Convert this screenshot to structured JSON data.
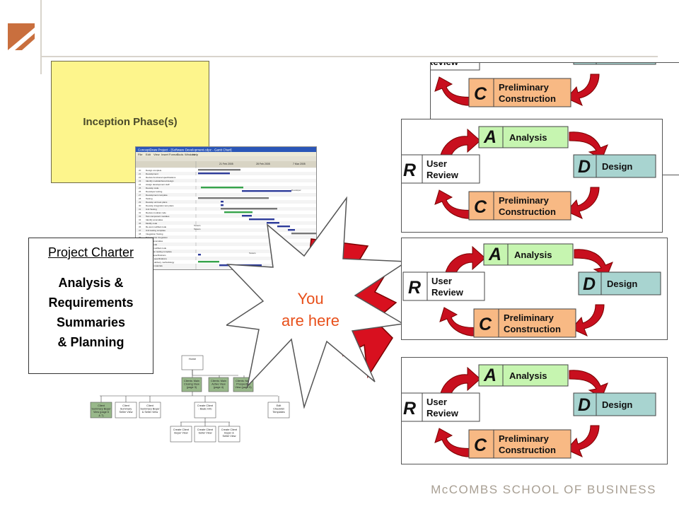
{
  "slide": {
    "inception_label": "Inception Phase(s)",
    "charter": {
      "title": "Project Charter",
      "lines": [
        "Analysis &",
        "Requirements",
        "Summaries",
        "& Planning"
      ]
    },
    "callout": {
      "line1": "You",
      "line2": "are here"
    },
    "footer": "McCOMBS SCHOOL OF BUSINESS"
  },
  "cycle": {
    "analysis_letter": "A",
    "analysis_label": "Analysis",
    "design_letter": "D",
    "design_label": "Design",
    "review_letter": "R",
    "review_label_1": "User",
    "review_label_2": "Review",
    "construction_letter": "C",
    "construction_label_1": "Preliminary",
    "construction_label_2": "Construction"
  },
  "hierarchy": {
    "root": "Home",
    "level2": [
      "Clients: Main Closing View (page 3)",
      "Clients: Main Active View (page 4)",
      "Clients: Main Prospective View (page 5)"
    ],
    "level3": [
      "Client Summary Buyer View (page 6 & 7)",
      "Client Summary Seller View",
      "Client Summary Buyer & Seller View",
      "Create Client - Basic Info",
      "Edit Checklist Templates"
    ],
    "level4": [
      "Create Client Buyer View",
      "Create Client Seller View",
      "Create Client Buyer & Seller View"
    ]
  },
  "gantt": {
    "title": "ConceptDraw Project - [Software Development.cdpz - Gantt Chart]",
    "menu": [
      "File",
      "Edit",
      "View",
      "Insert",
      "Format",
      "Tools",
      "Window",
      "Help"
    ],
    "date_headers": [
      "21 Feb 2005",
      "28 Feb 2005",
      "7 Mar 2005"
    ],
    "task_labels": [
      "Design complete",
      "Development",
      "Review functional specifications",
      "Identify modular/tiered design",
      "Assign development staff",
      "Develop code",
      "Developer testing",
      "Development complete",
      "Testing",
      "Develop unit test plans",
      "Develop integration test plans",
      "Unit Testing",
      "Review modular code",
      "Test component modules",
      "Identify anomalies",
      "Modify code",
      "Re-test modified code",
      "Unit testing complete",
      "Integration Testing",
      "Test module integration",
      "Identify anomalies",
      "Modify code",
      "Re-test modified code",
      "Integration testing complete",
      "Review specifications",
      "Develop specifications",
      "Develop delivery methodology",
      "Training materials"
    ],
    "bar_tags": [
      "Developer",
      "Testers",
      "Testers",
      "Testers",
      "Testers",
      "Testers",
      "Testers"
    ]
  },
  "colors": {
    "analysis_fill": "#c6f5b0",
    "design_fill": "#a8d4d0",
    "construction_fill": "#f8b984",
    "arrow_red": "#c80f1e",
    "inception_fill": "#fdf58c",
    "callout_text": "#e8501b",
    "footer_text": "#a89f93"
  }
}
